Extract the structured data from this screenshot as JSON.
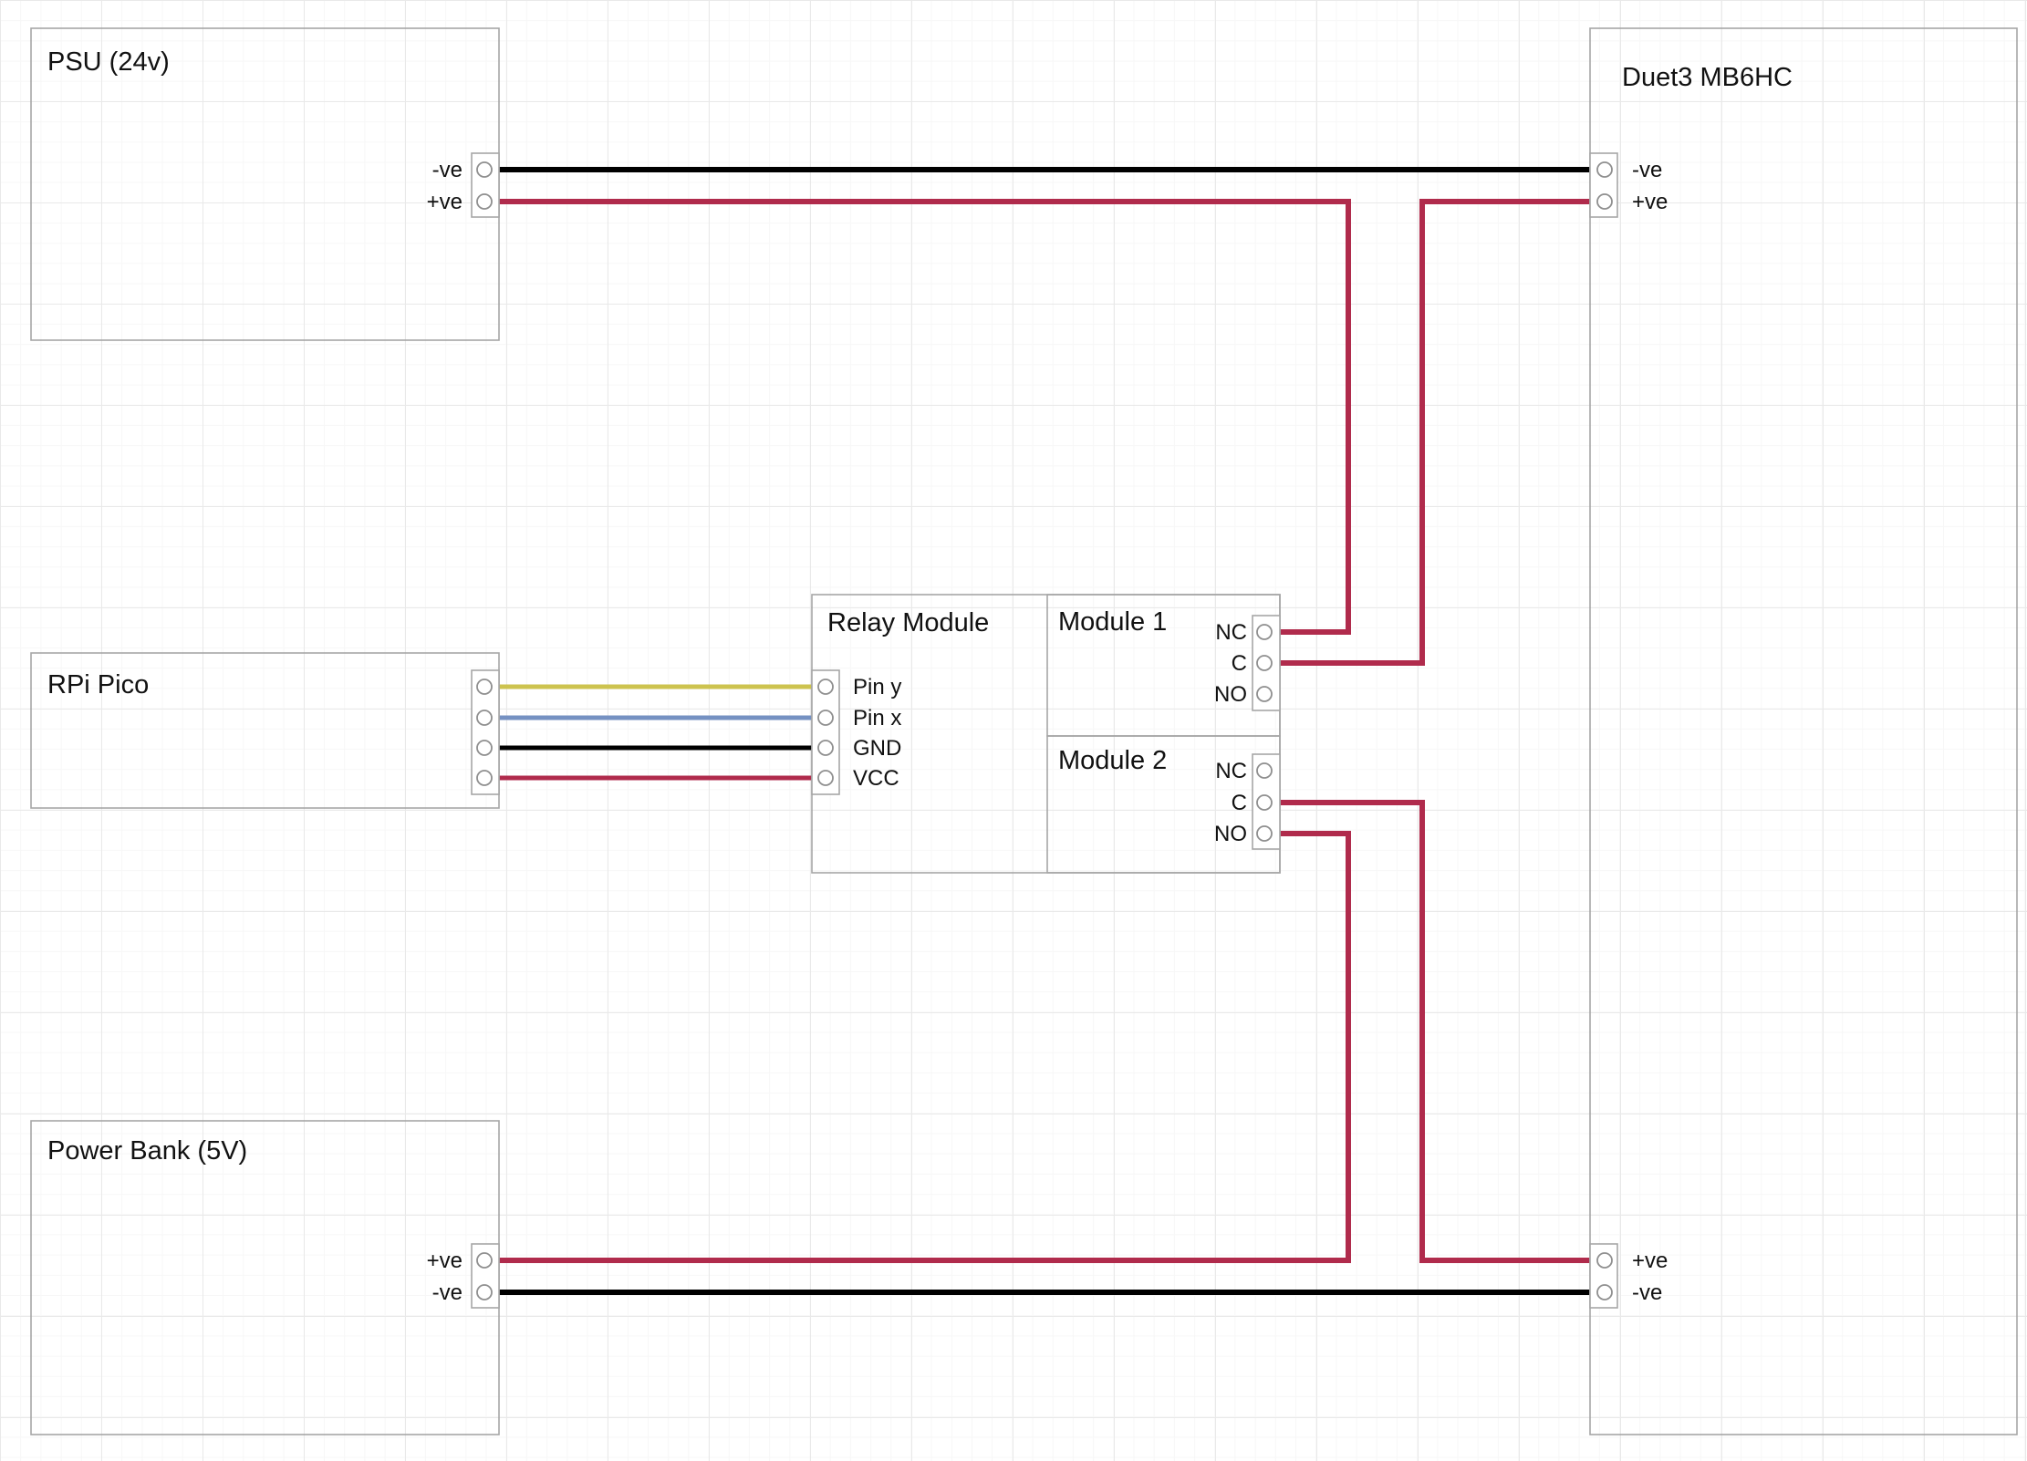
{
  "diagram": {
    "psu": {
      "title": "PSU (24v)",
      "terminals": {
        "neg": "-ve",
        "pos": "+ve"
      }
    },
    "duet": {
      "title": "Duet3 MB6HC",
      "top": {
        "neg": "-ve",
        "pos": "+ve"
      },
      "bottom": {
        "pos": "+ve",
        "neg": "-ve"
      }
    },
    "rpi": {
      "title": "RPi Pico"
    },
    "relay": {
      "title": "Relay Module",
      "pins": {
        "pin_y": "Pin y",
        "pin_x": "Pin x",
        "gnd": "GND",
        "vcc": "VCC"
      }
    },
    "module1": {
      "title": "Module 1",
      "terminals": {
        "nc": "NC",
        "c": "C",
        "no": "NO"
      }
    },
    "module2": {
      "title": "Module 2",
      "terminals": {
        "nc": "NC",
        "c": "C",
        "no": "NO"
      }
    },
    "powerbank": {
      "title": "Power Bank (5V)",
      "terminals": {
        "pos": "+ve",
        "neg": "-ve"
      }
    },
    "colors": {
      "wire_negative": "#000000",
      "wire_positive": "#b02b4c",
      "wire_signal_y": "#cdc34f",
      "wire_signal_x": "#7591c2",
      "box_border": "#a6a6a6"
    }
  }
}
